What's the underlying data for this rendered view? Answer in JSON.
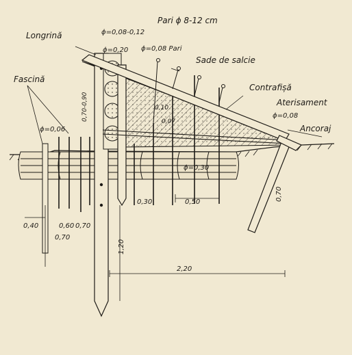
{
  "labels": {
    "longrina": "Longrină",
    "pari_title": "Pari ϕ 8-12 cm",
    "phi_008_012": "ϕ=0,08-0,12",
    "phi_020": "ϕ=0,20",
    "phi_008_pari": "ϕ=0,08  Pari",
    "sade_de_salcie": "Sade de salcie",
    "fascina": "Fascină",
    "contrafisa": "Contrafișă",
    "aterisament": "Aterisament",
    "phi_008": "ϕ=0,08",
    "ancoraj": "Ancoraj",
    "phi_006": "ϕ=0,06",
    "dim_070_090": "0,70-0,90",
    "dim_010": "0,10",
    "dim_007": "0,07",
    "phi_030": "ϕ=0,30",
    "dim_030": "0,30",
    "dim_050": "0,50",
    "dim_070_anchor": "0,70",
    "dim_040": "0,40",
    "dim_060": "0,60",
    "dim_070_a": "0,70",
    "dim_070_b": "0,70",
    "dim_120": "1,20",
    "dim_220": "2,20"
  },
  "colors": {
    "paper": "#f1e9d2",
    "ink": "#1d1a16"
  }
}
